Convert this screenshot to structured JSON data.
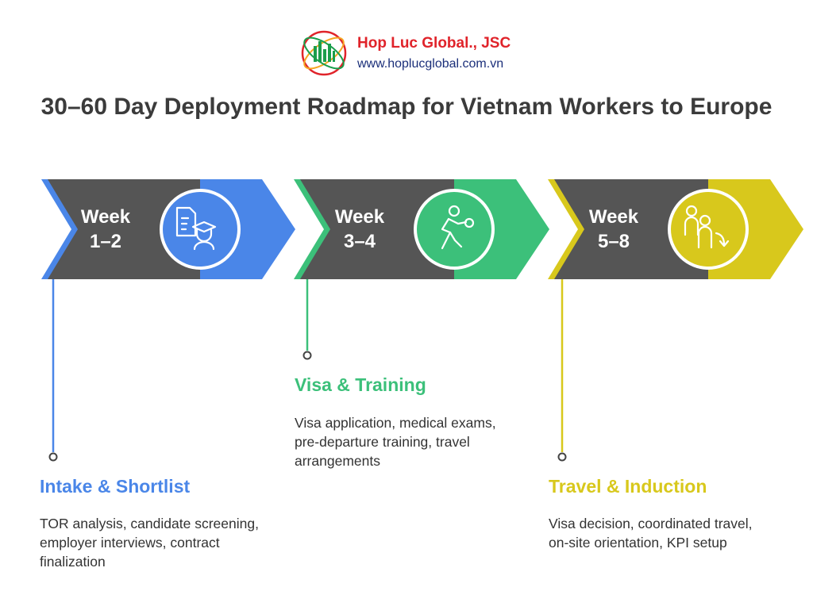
{
  "header": {
    "company_name": "Hop Luc Global., JSC",
    "company_url": "www.hoplucglobal.com.vn"
  },
  "title": "30–60 Day Deployment Roadmap for Vietnam Workers to Europe",
  "steps": [
    {
      "week_line1": "Week",
      "week_line2": "1–2",
      "title": "Intake & Shortlist",
      "description": "TOR analysis, candidate screening, employer interviews, contract finalization",
      "color": "#4a86e8",
      "icon": "document-graduate-icon"
    },
    {
      "week_line1": "Week",
      "week_line2": "3–4",
      "title": "Visa & Training",
      "description": "Visa application, medical exams, pre-departure training, travel arrangements",
      "color": "#3cc07a",
      "icon": "person-training-icon"
    },
    {
      "week_line1": "Week",
      "week_line2": "5–8",
      "title": "Travel & Induction",
      "description": "Visa decision, coordinated travel, on-site orientation, KPI setup",
      "color": "#d8c81c",
      "icon": "people-transfer-icon"
    }
  ],
  "colors": {
    "arrow_gray": "#555555",
    "title_text": "#3b3b3b"
  }
}
